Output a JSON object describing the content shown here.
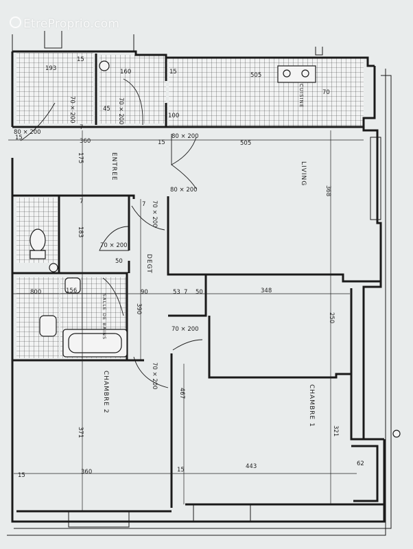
{
  "watermark": "EtreProprio.com",
  "rooms": {
    "entree": "ENTREE",
    "living": "LIVING",
    "degt": "DEGT",
    "chambre1": "CHAMBRE 1",
    "chambre2": "CHAMBRE 2",
    "cuisine": "CUISINE",
    "sdb": "SALLE DE BAINS"
  },
  "dims": {
    "d193": "193",
    "d15a": "15",
    "d160": "160",
    "d15b": "15",
    "d505a": "505",
    "d70a": "70",
    "d45": "45",
    "d70x200a": "70 × 200",
    "d70x200b": "70 × 200",
    "d100": "100",
    "d80x200a": "80 × 200",
    "d15c": "15",
    "d360a": "360",
    "d15d": "15",
    "d80x200b": "80 × 200",
    "d505b": "505",
    "d175": "175",
    "d368": "368",
    "d80x200c": "80 × 200",
    "d70x200c": "70 × 200",
    "d183": "183",
    "d70x200d": "70 × 200",
    "d50a": "50",
    "d90": "90",
    "d53": "53",
    "d50b": "50",
    "d348": "348",
    "d390": "390",
    "d250": "250",
    "d70x200e": "70 × 200",
    "d70x200f": "70 × 200",
    "d467": "467",
    "d371": "371",
    "d321": "321",
    "d15e": "15",
    "d360b": "360",
    "d15f": "15",
    "d443": "443",
    "d62": "62",
    "d800": "800",
    "d156": "156",
    "d7a": "7",
    "d7b": "7",
    "d7c": "7",
    "d7d": "7"
  }
}
